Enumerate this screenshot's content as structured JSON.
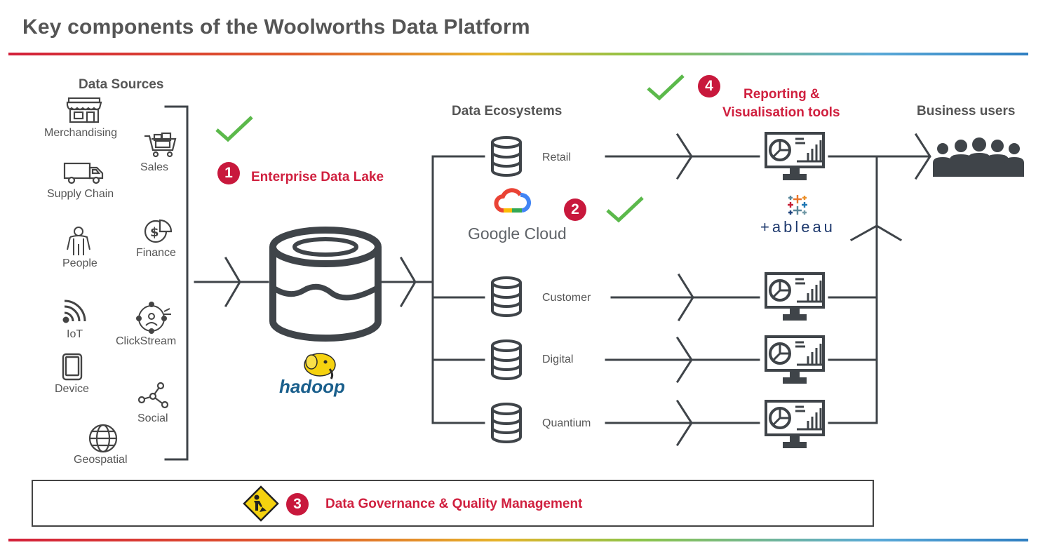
{
  "title": "Key components of the Woolworths Data Platform",
  "data_sources": {
    "header": "Data Sources",
    "items": [
      {
        "label": "Merchandising",
        "icon": "storefront-icon"
      },
      {
        "label": "Sales",
        "icon": "shopping-cart-icon"
      },
      {
        "label": "Supply Chain",
        "icon": "truck-icon"
      },
      {
        "label": "Finance",
        "icon": "finance-icon"
      },
      {
        "label": "People",
        "icon": "person-icon"
      },
      {
        "label": "IoT",
        "icon": "wifi-icon"
      },
      {
        "label": "ClickStream",
        "icon": "clickstream-icon"
      },
      {
        "label": "Device",
        "icon": "tablet-icon"
      },
      {
        "label": "Social",
        "icon": "social-network-icon"
      },
      {
        "label": "Geospatial",
        "icon": "globe-icon"
      }
    ]
  },
  "step1": {
    "number": "1",
    "label": "Enterprise Data Lake"
  },
  "hadoop": {
    "logo_text": "hadoop"
  },
  "ecosystems": {
    "header": "Data Ecosystems",
    "items": [
      "Retail",
      "Customer",
      "Digital",
      "Quantium"
    ]
  },
  "step2": {
    "number": "2"
  },
  "google_cloud": {
    "logo_text": "Google Cloud"
  },
  "step3": {
    "number": "3",
    "label": "Data Governance & Quality Management"
  },
  "step4": {
    "number": "4",
    "label_line1": "Reporting &",
    "label_line2": "Visualisation tools"
  },
  "tableau": {
    "logo_text": "+ableau"
  },
  "business_users": {
    "header": "Business users"
  },
  "colors": {
    "accent_red": "#d0203f",
    "badge_red": "#c8183c",
    "check_green": "#5bb94b",
    "line_dark": "#3f4449"
  }
}
